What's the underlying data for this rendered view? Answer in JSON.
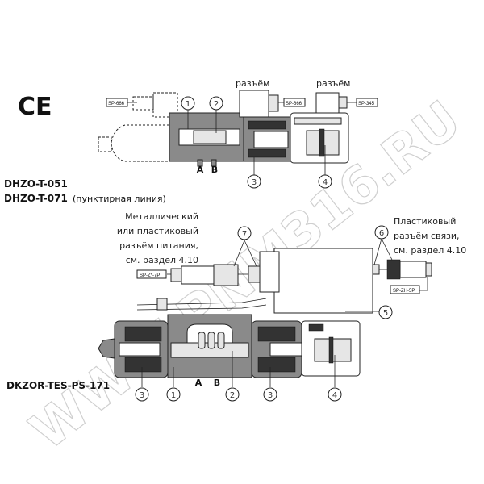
{
  "ce_mark": "CE",
  "watermark": "WWW.PNM316.RU",
  "top_valve": {
    "connector_labels": [
      "разъём",
      "разъём"
    ],
    "part_tags": [
      "SP-666",
      "SP-666",
      "SP-345"
    ],
    "callouts": [
      "1",
      "2",
      "3",
      "4"
    ],
    "ports": [
      "A",
      "B"
    ]
  },
  "models": {
    "model_1": "DHZO-T-051",
    "model_2": "DHZO-T-071",
    "model_2_note": "(пунктирная линия)",
    "model_3": "DKZOR-TES-PS-171"
  },
  "middle": {
    "power_connector_text": [
      "Металлический",
      "или пластиковый",
      "разъём питания,",
      "см. раздел 4.10"
    ],
    "comm_connector_text": [
      "Пластиковый",
      "разъём связи,",
      "см. раздел 4.10"
    ],
    "part_tags": [
      "SP-Z*-7P",
      "SP-ZH-5P"
    ],
    "callouts": [
      "7",
      "6",
      "5"
    ]
  },
  "bottom_valve": {
    "callouts": [
      "3",
      "1",
      "2",
      "3",
      "4"
    ],
    "ports": [
      "A",
      "B"
    ]
  }
}
